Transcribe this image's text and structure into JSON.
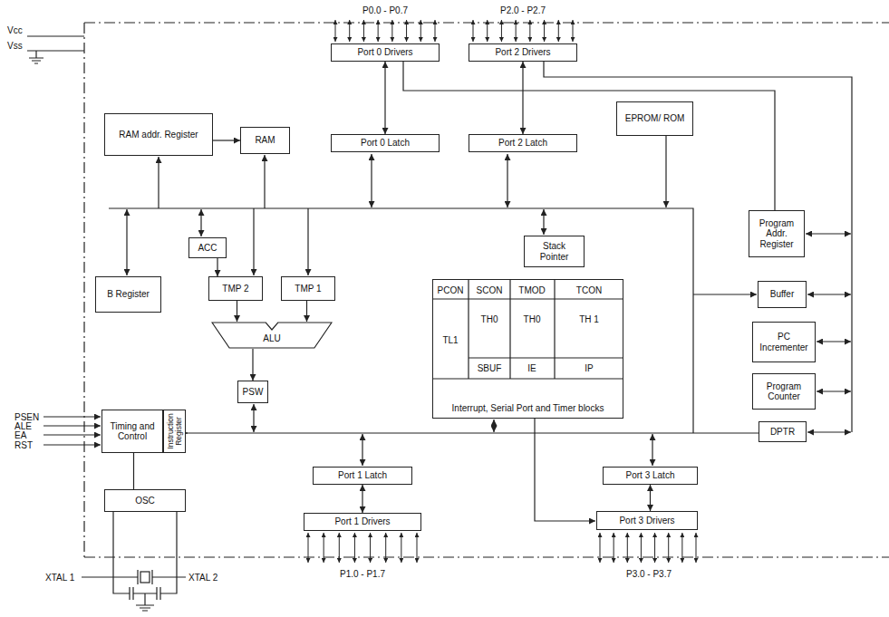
{
  "diagram": {
    "nodes": [
      {
        "text": [
          "Port 0 Drivers"
        ]
      },
      {
        "text": [
          "Port 2 Drivers"
        ]
      },
      {
        "text": [
          "RAM addr. Register"
        ]
      },
      {
        "text": [
          "RAM"
        ]
      },
      {
        "text": [
          "Port 0 Latch"
        ]
      },
      {
        "text": [
          "Port 2 Latch"
        ]
      },
      {
        "text": [
          "EPROM/ ROM"
        ]
      },
      {
        "text": [
          "Program Addr. Register"
        ]
      },
      {
        "text": [
          "Stack Pointer"
        ]
      },
      {
        "text": [
          "ACC"
        ]
      },
      {
        "text": [
          "B Register"
        ]
      },
      {
        "text": [
          "TMP 2"
        ]
      },
      {
        "text": [
          "TMP 1"
        ]
      },
      {
        "text": [
          "ALU"
        ]
      },
      {
        "text": [
          "PSW"
        ]
      },
      {
        "text": [
          "Interrupt, Serial Port and Timer blocks"
        ]
      },
      {
        "text": [
          "Buffer"
        ]
      },
      {
        "text": [
          "PC Incrementer"
        ]
      },
      {
        "text": [
          "Program Counter"
        ]
      },
      {
        "text": [
          "DPTR"
        ]
      },
      {
        "text": [
          "Timing and Control"
        ]
      },
      {
        "text": [
          "Instruction Register"
        ]
      },
      {
        "text": [
          "OSC"
        ]
      },
      {
        "text": [
          "Port 1 Latch"
        ]
      },
      {
        "text": [
          "Port 1 Drivers"
        ]
      },
      {
        "text": [
          "Port 3 Latch"
        ]
      },
      {
        "text": [
          "Port 3 Drivers"
        ]
      }
    ],
    "edges": [
      {
        "from": 0,
        "to": 4,
        "arrow": "both"
      },
      {
        "from": 1,
        "to": 5,
        "arrow": "both"
      },
      {
        "from": 2,
        "to": 3,
        "arrow": "to"
      },
      {
        "from": 23,
        "to": 24,
        "arrow": "both"
      },
      {
        "from": 25,
        "to": 26,
        "arrow": "both"
      },
      {
        "from": 9,
        "to": 11,
        "arrow": "to"
      },
      {
        "from": 11,
        "to": 13,
        "arrow": "to"
      },
      {
        "from": 12,
        "to": 13,
        "arrow": "to"
      },
      {
        "from": 13,
        "to": 14,
        "arrow": "to"
      },
      {
        "from": 22,
        "to": 20,
        "arrow": "none"
      }
    ],
    "labels": [
      "P0.0 - P0.7",
      "P2.0 - P2.7",
      "Vcc",
      "Vss",
      "PCON",
      "SCON",
      "TMOD",
      "TCON",
      "TH0",
      "TH0",
      "TH 1",
      "TL1",
      "SBUF",
      "IE",
      "IP",
      "PSEN",
      "ALE",
      "EA",
      "RST",
      "XTAL 1",
      "XTAL 2",
      "P1.0 - P1.7",
      "P3.0 - P3.7"
    ]
  }
}
